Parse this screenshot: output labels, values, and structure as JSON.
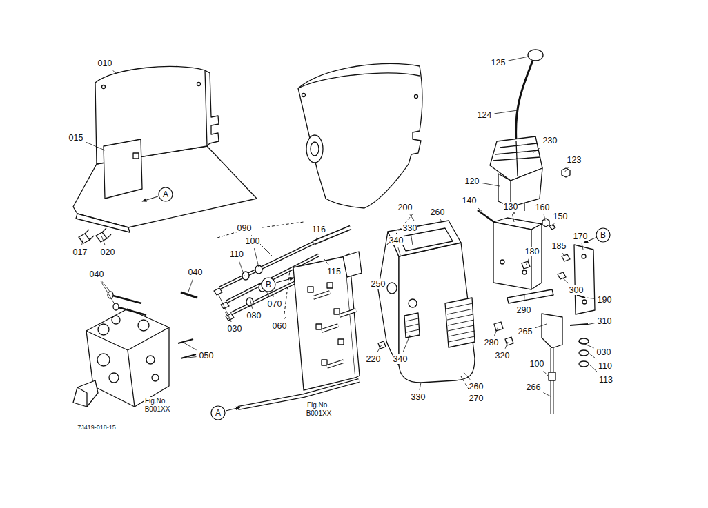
{
  "diagram": {
    "nodes": [
      {
        "text": [
          "A"
        ]
      },
      {
        "text": [
          "B"
        ]
      },
      {
        "text": [
          "B"
        ]
      },
      {
        "text": [
          "A"
        ]
      }
    ],
    "labels": [
      "125",
      "010",
      "124",
      "015",
      "230",
      "123",
      "120",
      "140",
      "130",
      "160",
      "200",
      "260",
      "150",
      "090",
      "116",
      "330",
      "340",
      "100",
      "170",
      "185",
      "017",
      "020",
      "180",
      "110",
      "115",
      "040",
      "040",
      "250",
      "300",
      "190",
      "290",
      "070",
      "080",
      "030",
      "060",
      "310",
      "265",
      "280",
      "030",
      "050",
      "320",
      "220",
      "340",
      "100",
      "110",
      "266",
      "113",
      "260",
      "330",
      "270",
      "Fig.No.",
      "B001XX",
      "Fig.No.",
      "B001XX",
      "7J419-018-15"
    ]
  }
}
